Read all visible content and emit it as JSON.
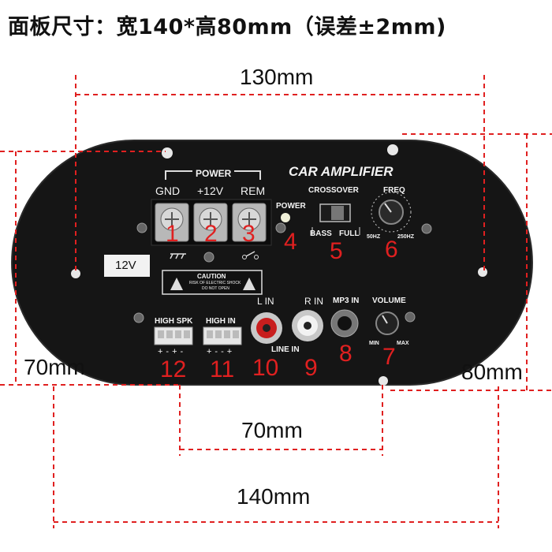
{
  "header": {
    "title": "面板尺寸：宽140*高80mm（误差±2mm)"
  },
  "dimensions": {
    "top_width": "130mm",
    "left_height": "70mm",
    "right_height": "80mm",
    "inner_width": "70mm",
    "bottom_width": "140mm"
  },
  "panel": {
    "brand": "CAR AMPLIFIER",
    "power_section": "POWER",
    "terminal_gnd": "GND",
    "terminal_12v": "+12V",
    "terminal_rem": "REM",
    "power_led": "POWER",
    "crossover": "CROSSOVER",
    "bass": "BASS",
    "full": "FULL",
    "freq": "FREQ",
    "freq_min": "50HZ",
    "freq_max": "250HZ",
    "voltage": "12V",
    "caution_title": "CAUTION",
    "caution_line1": "RISK OF ELECTRIC SHOCK",
    "caution_line2": "DO NOT OPEN",
    "high_spk": "HIGH SPK",
    "high_in": "HIGH IN",
    "l_in": "L IN",
    "r_in": "R IN",
    "line_in": "LINE IN",
    "mp3_in": "MP3 IN",
    "volume": "VOLUME",
    "min": "MIN",
    "max": "MAX",
    "spk_polarity": "+-+-",
    "in_polarity": "+--+"
  },
  "numbers": [
    "1",
    "2",
    "3",
    "4",
    "5",
    "6",
    "7",
    "8",
    "9",
    "10",
    "11",
    "12"
  ]
}
